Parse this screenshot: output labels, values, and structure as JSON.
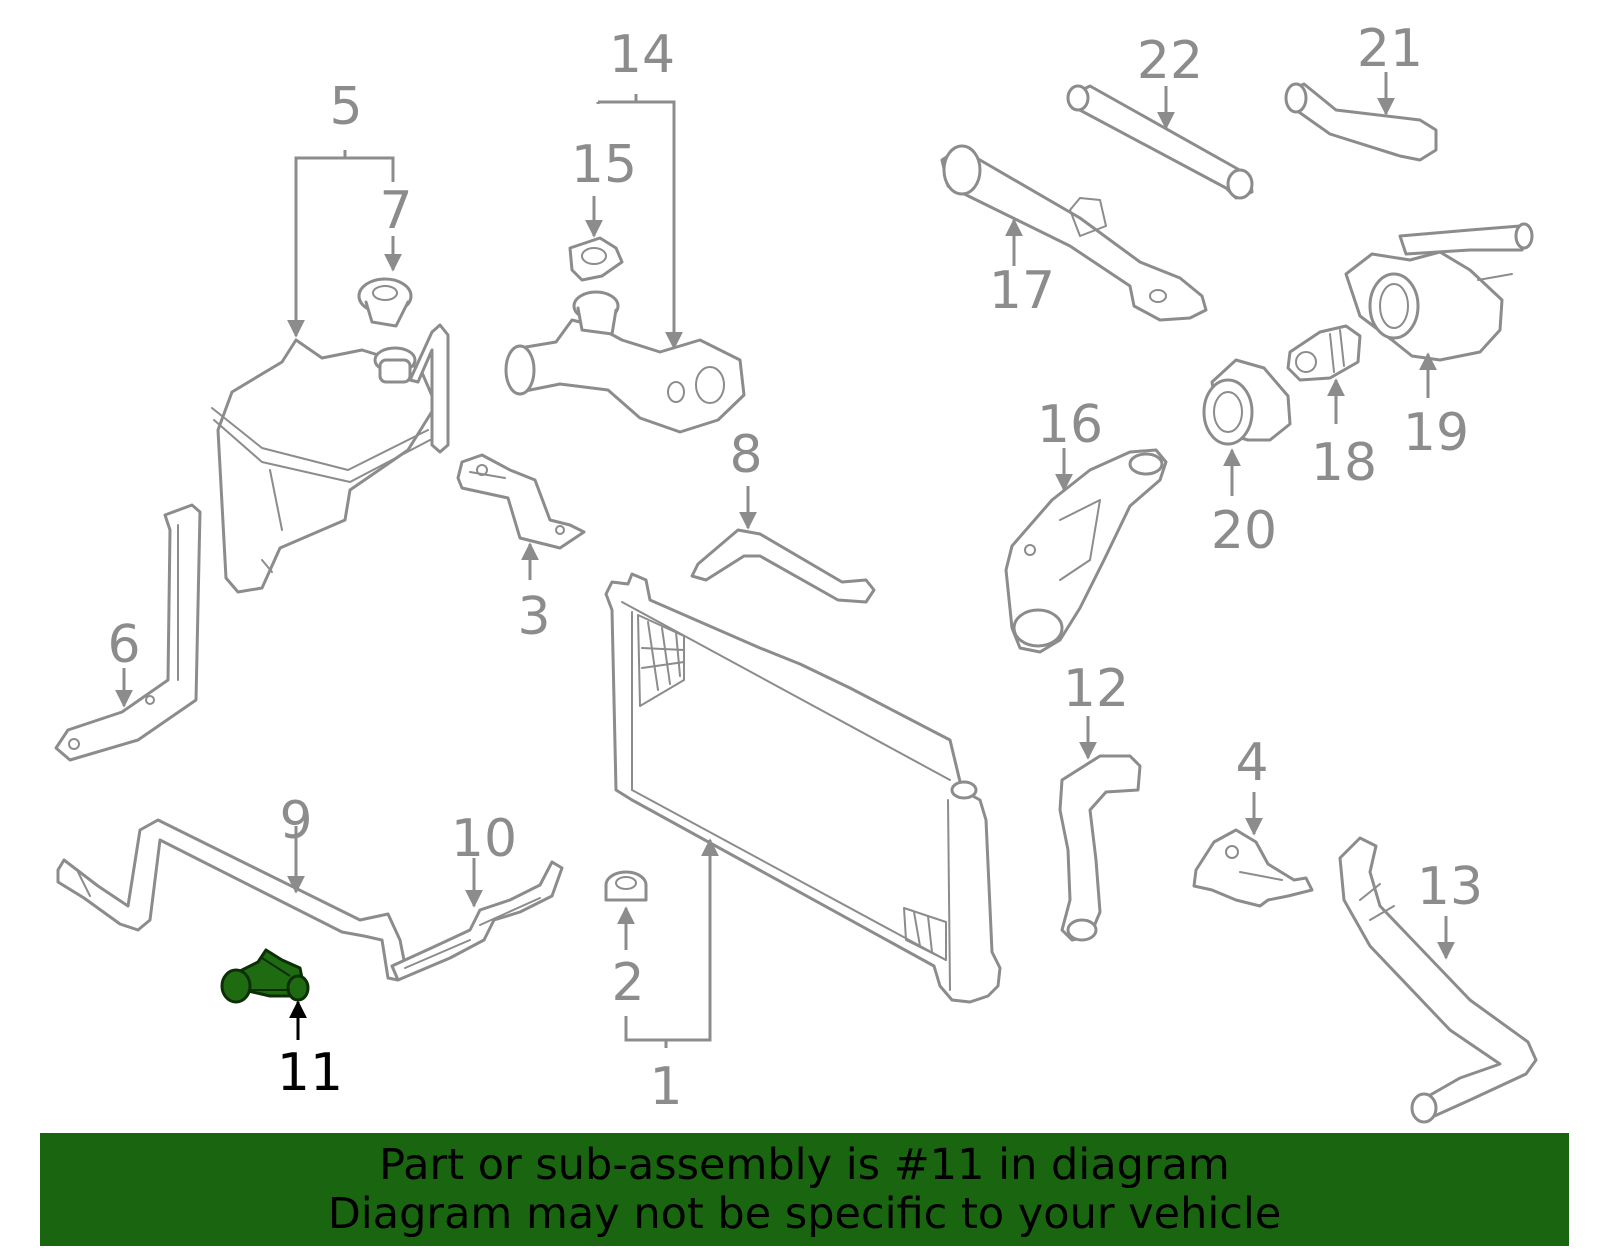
{
  "highlight_color": "#1a6610",
  "line_color": "#8c8c8c",
  "selected_part": "11",
  "callouts": {
    "c1": "1",
    "c2": "2",
    "c3": "3",
    "c4": "4",
    "c5": "5",
    "c6": "6",
    "c7": "7",
    "c8": "8",
    "c9": "9",
    "c10": "10",
    "c11": "11",
    "c12": "12",
    "c13": "13",
    "c14": "14",
    "c15": "15",
    "c16": "16",
    "c17": "17",
    "c18": "18",
    "c19": "19",
    "c20": "20",
    "c21": "21",
    "c22": "22"
  },
  "banner": {
    "line1": "Part or sub-assembly is #11 in diagram",
    "line2": "Diagram may not be specific to your vehicle"
  }
}
